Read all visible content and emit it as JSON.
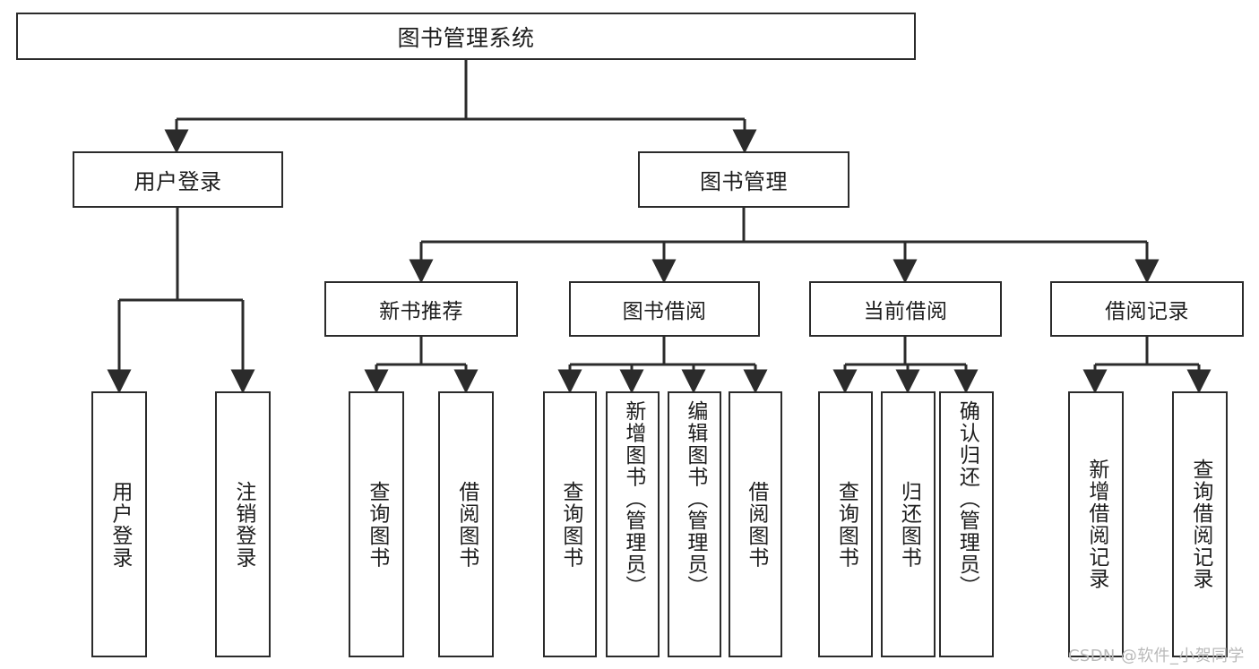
{
  "diagram": {
    "title": "图书管理系统",
    "type": "tree",
    "orientation": "top-down",
    "colors": {
      "box_border": "#2b2b2b",
      "box_fill": "#ffffff",
      "edge": "#2b2b2b",
      "text": "#1d1d1d",
      "watermark": "#b9b9b9",
      "background": "#ffffff"
    },
    "root": {
      "id": "root",
      "label": "图书管理系统"
    },
    "level2": [
      {
        "id": "user-login",
        "label": "用户登录"
      },
      {
        "id": "book-manage",
        "label": "图书管理"
      }
    ],
    "level3": [
      {
        "id": "new-book-recommend",
        "label": "新书推荐",
        "parent": "book-manage"
      },
      {
        "id": "book-borrow",
        "label": "图书借阅",
        "parent": "book-manage"
      },
      {
        "id": "current-borrow",
        "label": "当前借阅",
        "parent": "book-manage"
      },
      {
        "id": "borrow-record",
        "label": "借阅记录",
        "parent": "book-manage"
      }
    ],
    "leaves": [
      {
        "id": "leaf-user-login",
        "label": "用户登录",
        "parent": "user-login"
      },
      {
        "id": "leaf-logout-login",
        "label": "注销登录",
        "parent": "user-login"
      },
      {
        "id": "leaf-query-book-1",
        "label": "查询图书",
        "parent": "new-book-recommend"
      },
      {
        "id": "leaf-borrow-book-1",
        "label": "借阅图书",
        "parent": "new-book-recommend"
      },
      {
        "id": "leaf-query-book-2",
        "label": "查询图书",
        "parent": "book-borrow"
      },
      {
        "id": "leaf-add-book-admin",
        "label": "新增图书（管理员）",
        "parent": "book-borrow"
      },
      {
        "id": "leaf-edit-book-admin",
        "label": "编辑图书（管理员）",
        "parent": "book-borrow"
      },
      {
        "id": "leaf-borrow-book-2",
        "label": "借阅图书",
        "parent": "book-borrow"
      },
      {
        "id": "leaf-query-book-3",
        "label": "查询图书",
        "parent": "current-borrow"
      },
      {
        "id": "leaf-return-book",
        "label": "归还图书",
        "parent": "current-borrow"
      },
      {
        "id": "leaf-confirm-return-admin",
        "label": "确认归还（管理员）",
        "parent": "current-borrow"
      },
      {
        "id": "leaf-add-borrow-record",
        "label": "新增借阅记录",
        "parent": "borrow-record"
      },
      {
        "id": "leaf-query-borrow-record",
        "label": "查询借阅记录",
        "parent": "borrow-record"
      }
    ],
    "watermark": "CSDN @软件_小贺同学"
  }
}
